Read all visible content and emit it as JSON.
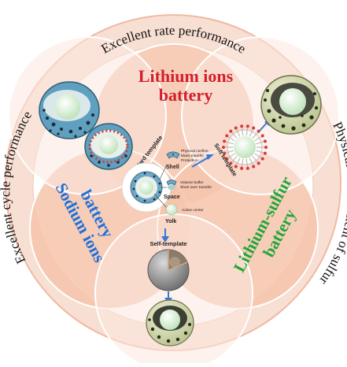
{
  "colors": {
    "outer_ring": "#f8dfd3",
    "ring_edge": "#f1b9a2",
    "lobe_fill": "#f6c4ab",
    "lobe_overlap": "#f2b397",
    "lobe_edge": "#ffffff",
    "lithium_ions": "#d41f2a",
    "sodium_ions": "#1f6fd8",
    "lithium_sulfur": "#22a63b",
    "arrow": "#3a78d6",
    "shell_blue": "#6fa8c7",
    "yolk_green": "#d8efd6"
  },
  "outer": {
    "top": "Excellent rate performance",
    "left": "Excellent cycle performance",
    "right": "Physical confinement of sulfur"
  },
  "lobes": {
    "lithium_ions": {
      "line1": "Lithium ions",
      "line2": "battery"
    },
    "sodium_ions": {
      "line1": "Sodium ions",
      "line2": "battery"
    },
    "lithium_sulfur": {
      "line1": "Lithium-sulfur",
      "line2": "battery"
    }
  },
  "templates": {
    "hard": "Hard template",
    "soft": "Soft template",
    "self": "Self-template"
  },
  "center": {
    "shell": {
      "title": "Shell",
      "line1": "Physical confine",
      "line2": "Mass transfer",
      "line3": "Protection"
    },
    "space": {
      "title": "Space",
      "line1": "Volume buffer",
      "line2": "Short ions' transfer"
    },
    "yolk": {
      "title": "Yolk",
      "line1": "Active center"
    }
  },
  "icons": {
    "hard_product": "yolk-shell-sphere-icon",
    "hard_template": "template-cut-sphere-icon",
    "soft_template": "micelle-template-icon",
    "soft_product": "porous-yolk-shell-icon",
    "self_template": "solid-sphere-cutaway-icon",
    "self_product": "yolk-shell-sphere-icon",
    "center": "yolk-shell-schematic-icon"
  }
}
